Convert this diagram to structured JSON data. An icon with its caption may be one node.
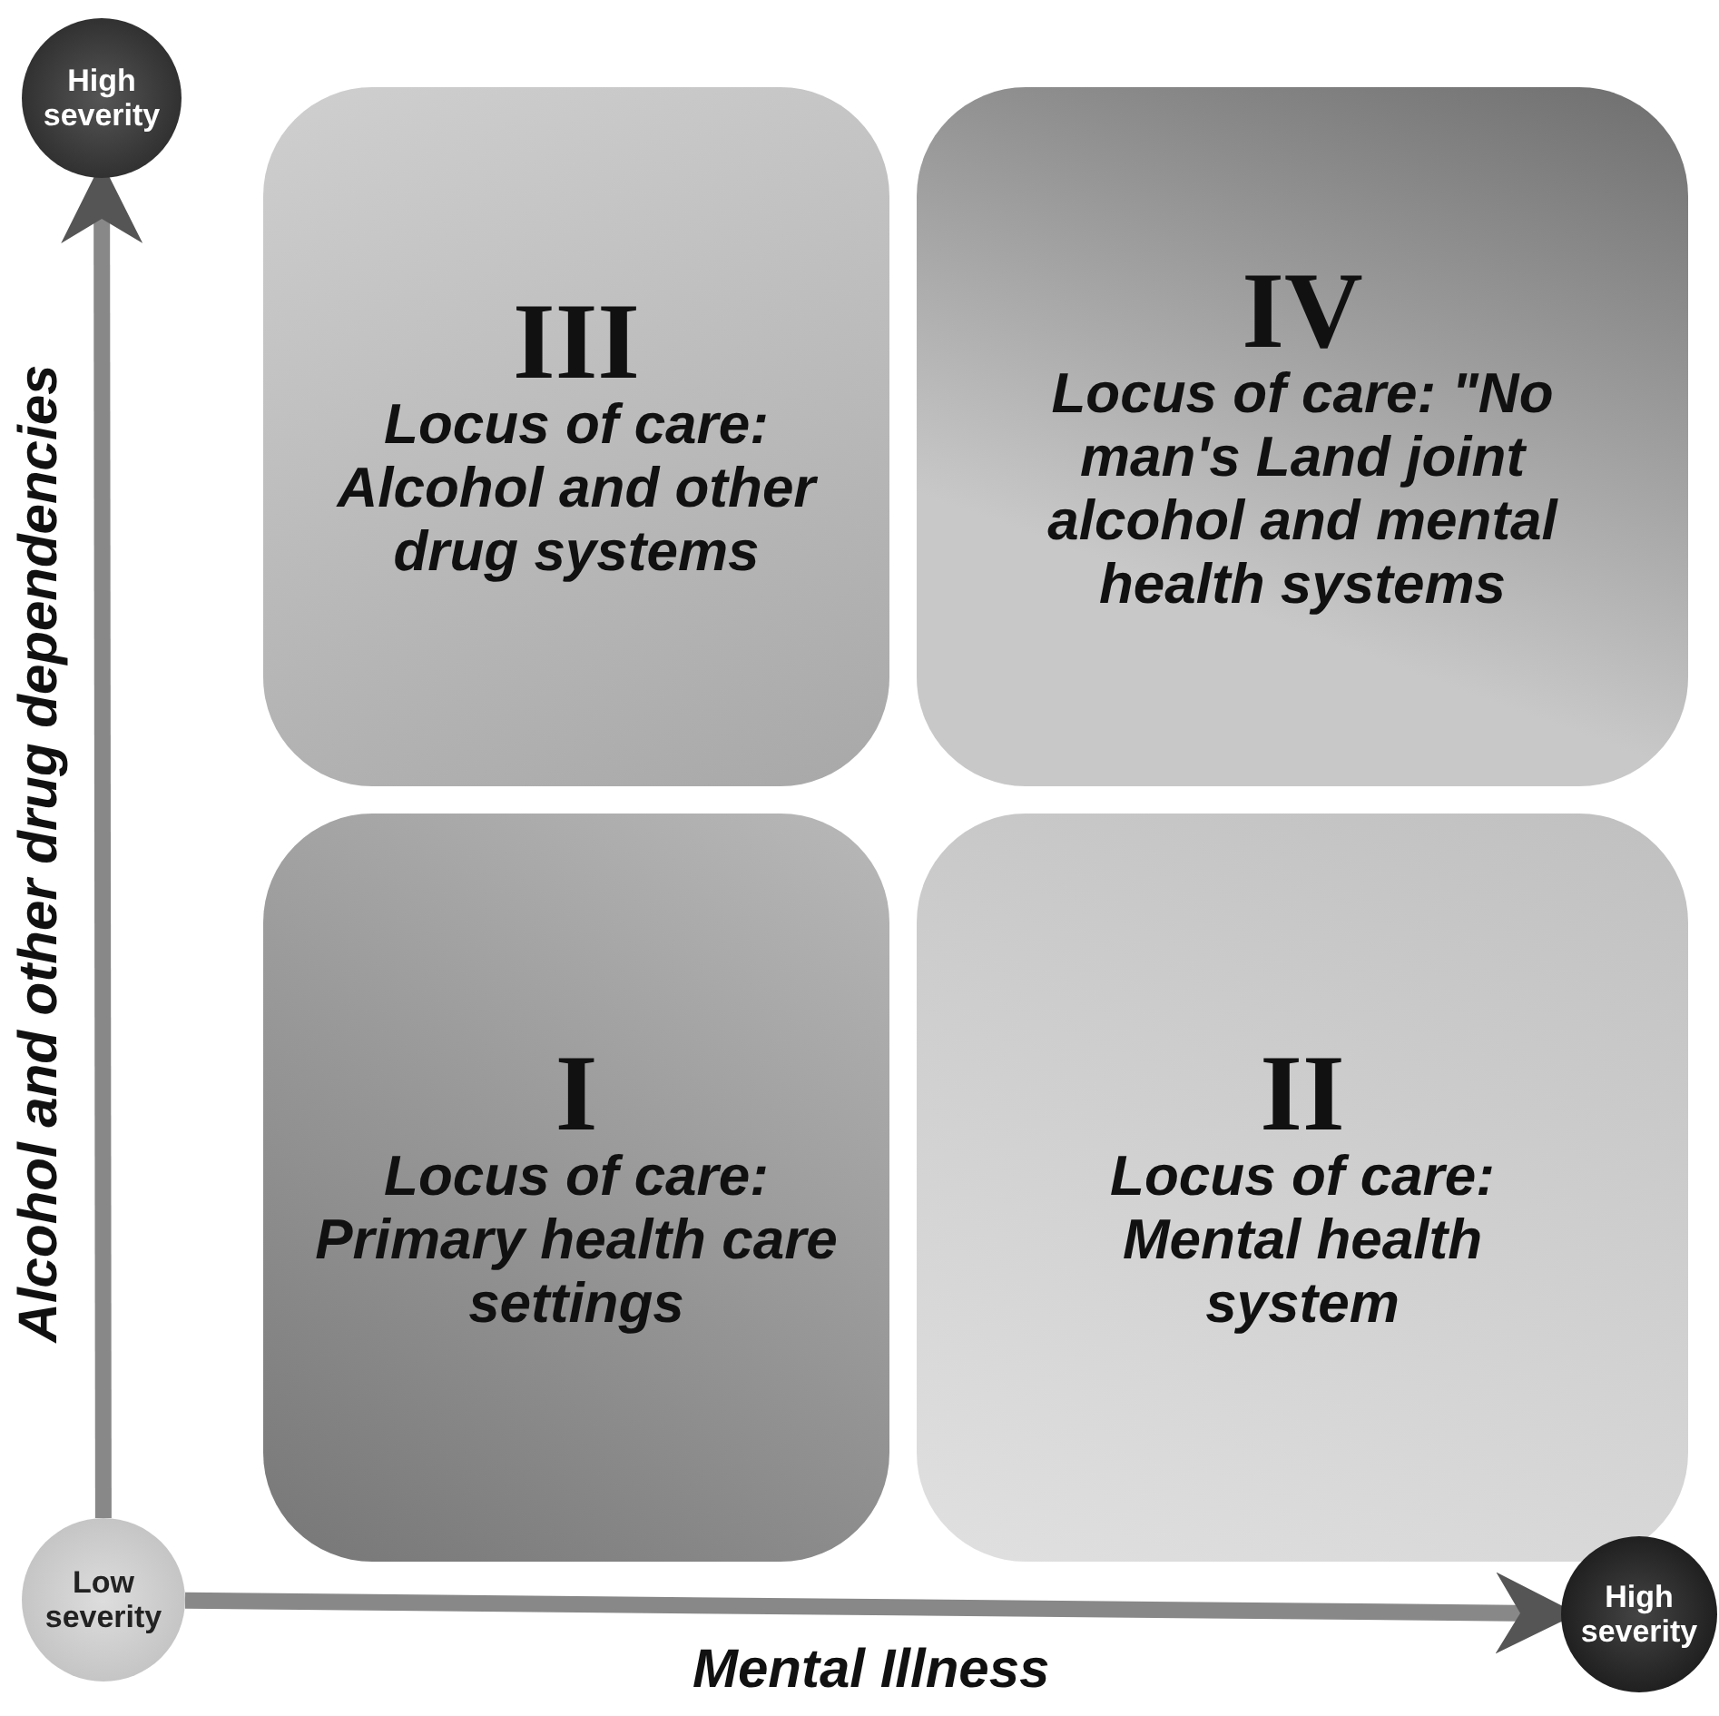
{
  "diagram": {
    "nodes": [
      {
        "text": [
          "High severity"
        ]
      },
      {
        "text": [
          "III",
          "Locus of care: Alcohol and other drug systems"
        ]
      },
      {
        "text": [
          "IV",
          "Locus of care: \"No man's Land joint alcohol and mental health systems"
        ]
      },
      {
        "text": [
          "I",
          "Locus of care: Primary health care settings"
        ]
      },
      {
        "text": [
          "II",
          "Locus of care: Mental health system"
        ]
      },
      {
        "text": [
          "Low severity"
        ]
      },
      {
        "text": [
          "High severity"
        ]
      }
    ],
    "edges": [
      {
        "from": 5,
        "to": 0,
        "arrow": "to"
      },
      {
        "from": 5,
        "to": 6,
        "arrow": "to"
      }
    ],
    "labels": [
      "Alcohol and other drug dependencies",
      "Mental Illness"
    ]
  }
}
